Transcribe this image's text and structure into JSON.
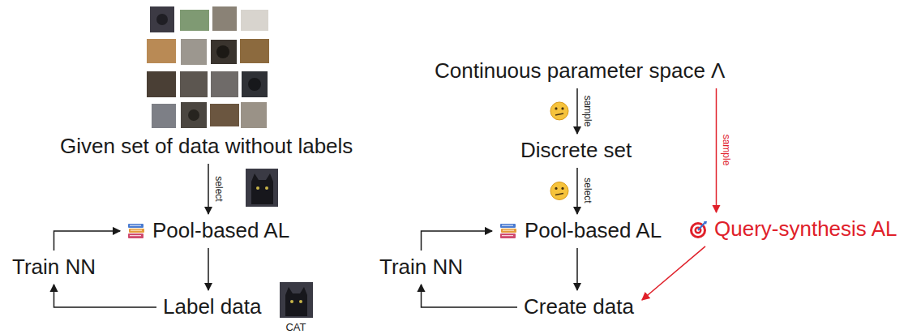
{
  "diagram": {
    "nodes": [
      {
        "text": [
          "Given set of data without labels"
        ]
      },
      {
        "text": [
          "Pool-based AL"
        ]
      },
      {
        "text": [
          "Label data"
        ]
      },
      {
        "text": [
          "Train NN"
        ]
      },
      {
        "text": [
          "Continuous parameter space Λ"
        ]
      },
      {
        "text": [
          "Discrete set"
        ]
      },
      {
        "text": [
          "Pool-based AL"
        ]
      },
      {
        "text": [
          "Create data"
        ]
      },
      {
        "text": [
          "Train NN"
        ]
      },
      {
        "text": [
          "Query-synthesis AL"
        ]
      }
    ],
    "edges": [
      {
        "from": 0,
        "to": 1,
        "arrow": "to",
        "label": "select"
      },
      {
        "from": 1,
        "to": 2,
        "arrow": "to"
      },
      {
        "from": 2,
        "to": 3,
        "arrow": "to"
      },
      {
        "from": 3,
        "to": 1,
        "arrow": "to"
      },
      {
        "from": 4,
        "to": 5,
        "arrow": "to",
        "label": "sample"
      },
      {
        "from": 5,
        "to": 6,
        "arrow": "to",
        "label": "select"
      },
      {
        "from": 6,
        "to": 7,
        "arrow": "to"
      },
      {
        "from": 7,
        "to": 8,
        "arrow": "to"
      },
      {
        "from": 8,
        "to": 6,
        "arrow": "to"
      },
      {
        "from": 4,
        "to": 9,
        "arrow": "to",
        "label": "sample"
      },
      {
        "from": 9,
        "to": 7,
        "arrow": "to"
      }
    ],
    "labels": [
      "CAT"
    ]
  }
}
